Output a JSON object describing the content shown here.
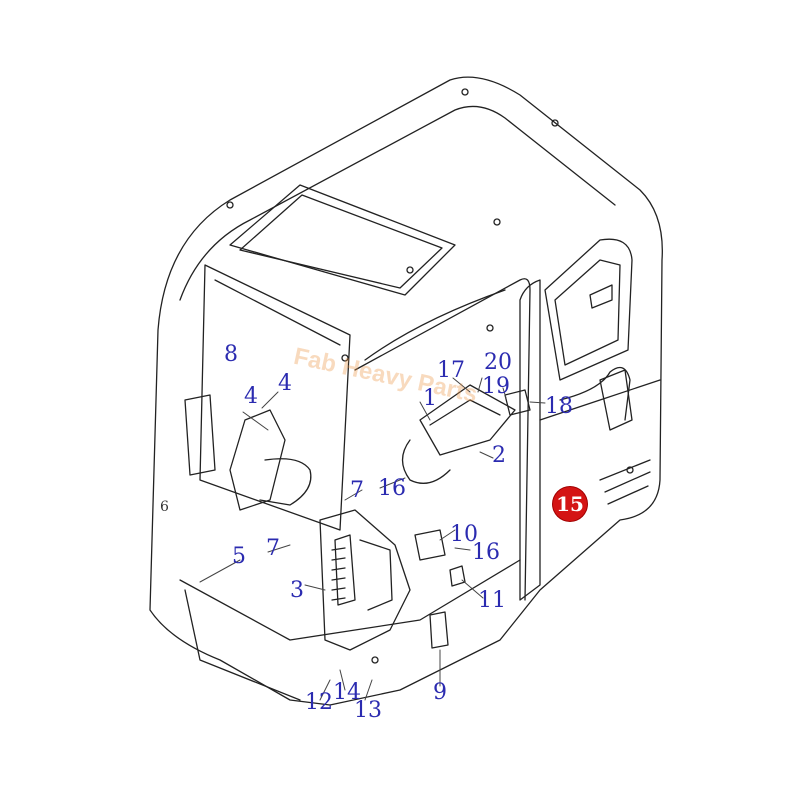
{
  "diagram": {
    "watermark_text": "Fab Heavy Parts",
    "highlight_color": "#d41414",
    "callout_color": "#2b2bb0",
    "callouts": {
      "c8": "8",
      "c4a": "4",
      "c4b": "4",
      "c17": "17",
      "c20": "20",
      "c19": "19",
      "c18": "18",
      "c1": "1",
      "c2": "2",
      "c16a": "16",
      "c7a": "7",
      "c7b": "7",
      "c5": "5",
      "c3": "3",
      "c10": "10",
      "c16b": "16",
      "c11": "11",
      "c9": "9",
      "c12": "12",
      "c14": "14",
      "c13": "13",
      "c6": "6"
    },
    "highlight_callout": "15"
  }
}
